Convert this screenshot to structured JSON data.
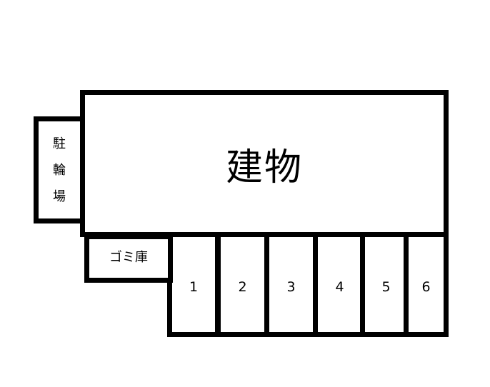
{
  "building": {
    "label": "建物"
  },
  "bicycle_parking": {
    "chars": [
      "駐",
      "輪",
      "場"
    ]
  },
  "trash_storage": {
    "label": "ゴミ庫"
  },
  "parking_spaces": [
    "1",
    "2",
    "3",
    "4",
    "5",
    "6"
  ],
  "colors": {
    "line": "#000000",
    "fill": "#ffffff"
  }
}
